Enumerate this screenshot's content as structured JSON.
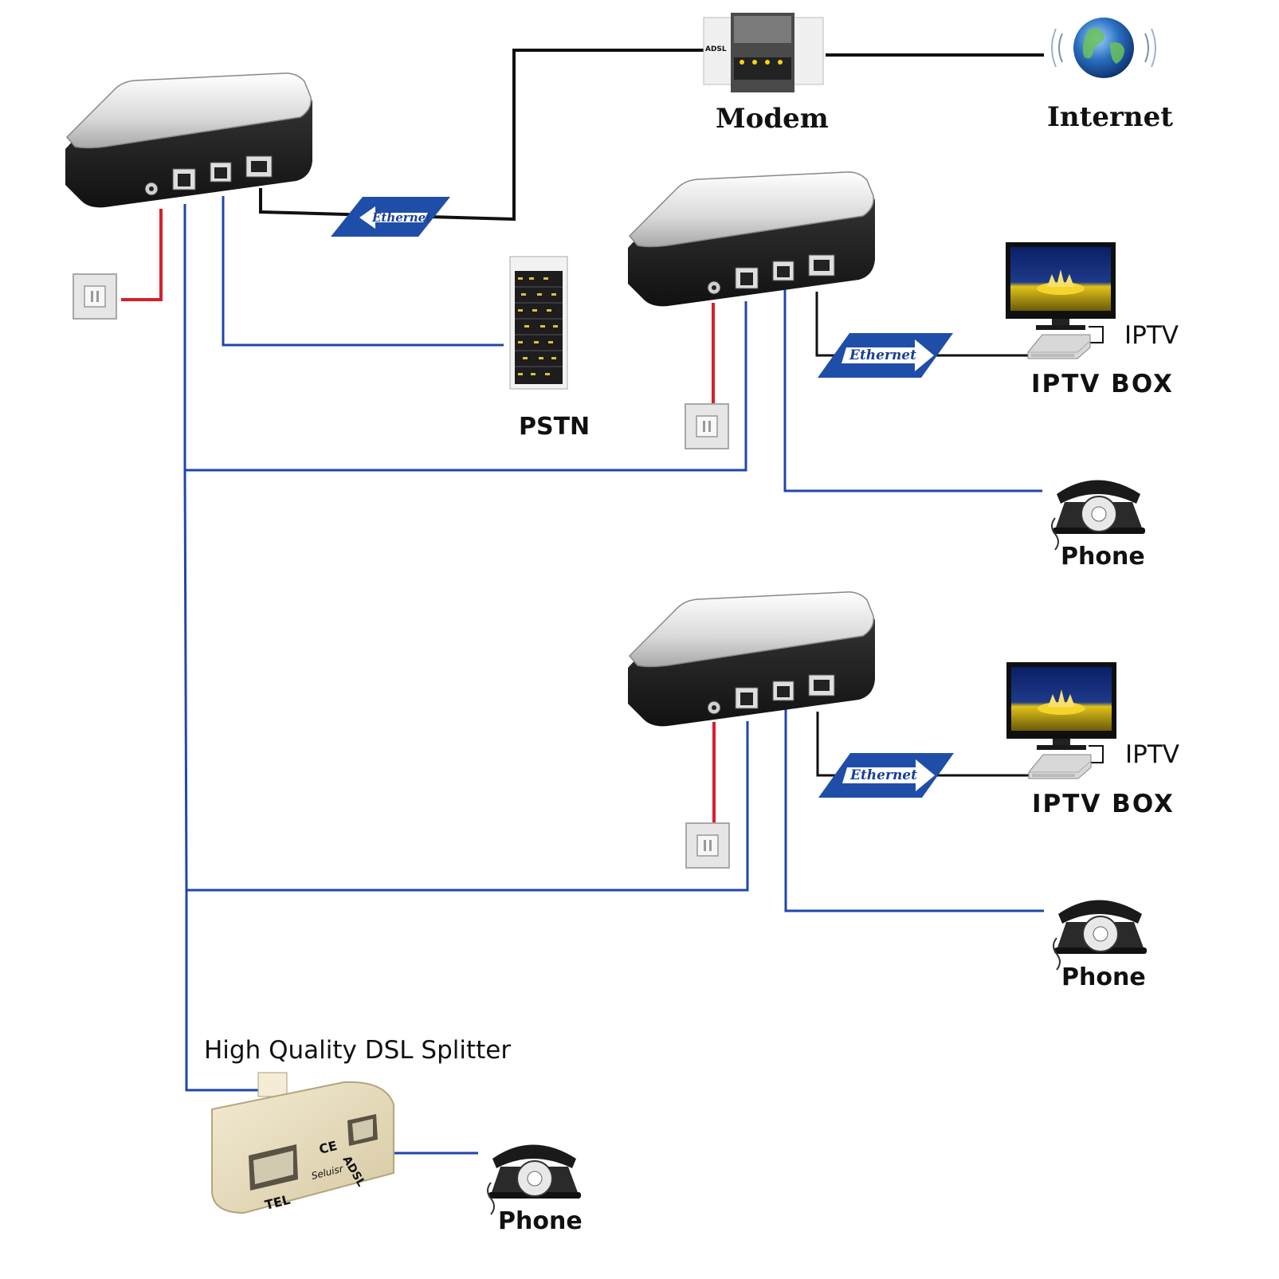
{
  "labels": {
    "modem": "Modem",
    "internet": "Internet",
    "pstn": "PSTN",
    "iptv_1": "IPTV",
    "iptv_box_1": "IPTV BOX",
    "phone_1": "Phone",
    "iptv_2": "IPTV",
    "iptv_box_2": "IPTV BOX",
    "phone_2": "Phone",
    "splitter": "High Quality DSL Splitter",
    "phone_3": "Phone"
  },
  "device_text": {
    "modem_port": "ADSL",
    "splitter_tel": "TEL",
    "splitter_adsl": "ADSL",
    "splitter_brand": "Seluisr",
    "splitter_ce": "CE"
  },
  "ethernet_tags": {
    "top": "Ethernet",
    "middle": "Ethernet",
    "bottom": "Ethernet"
  },
  "colors": {
    "blue_line": "#1f47a8",
    "red_line": "#d81e2c",
    "black_line": "#111111",
    "ethernet_fill": "#1f4ea8"
  }
}
